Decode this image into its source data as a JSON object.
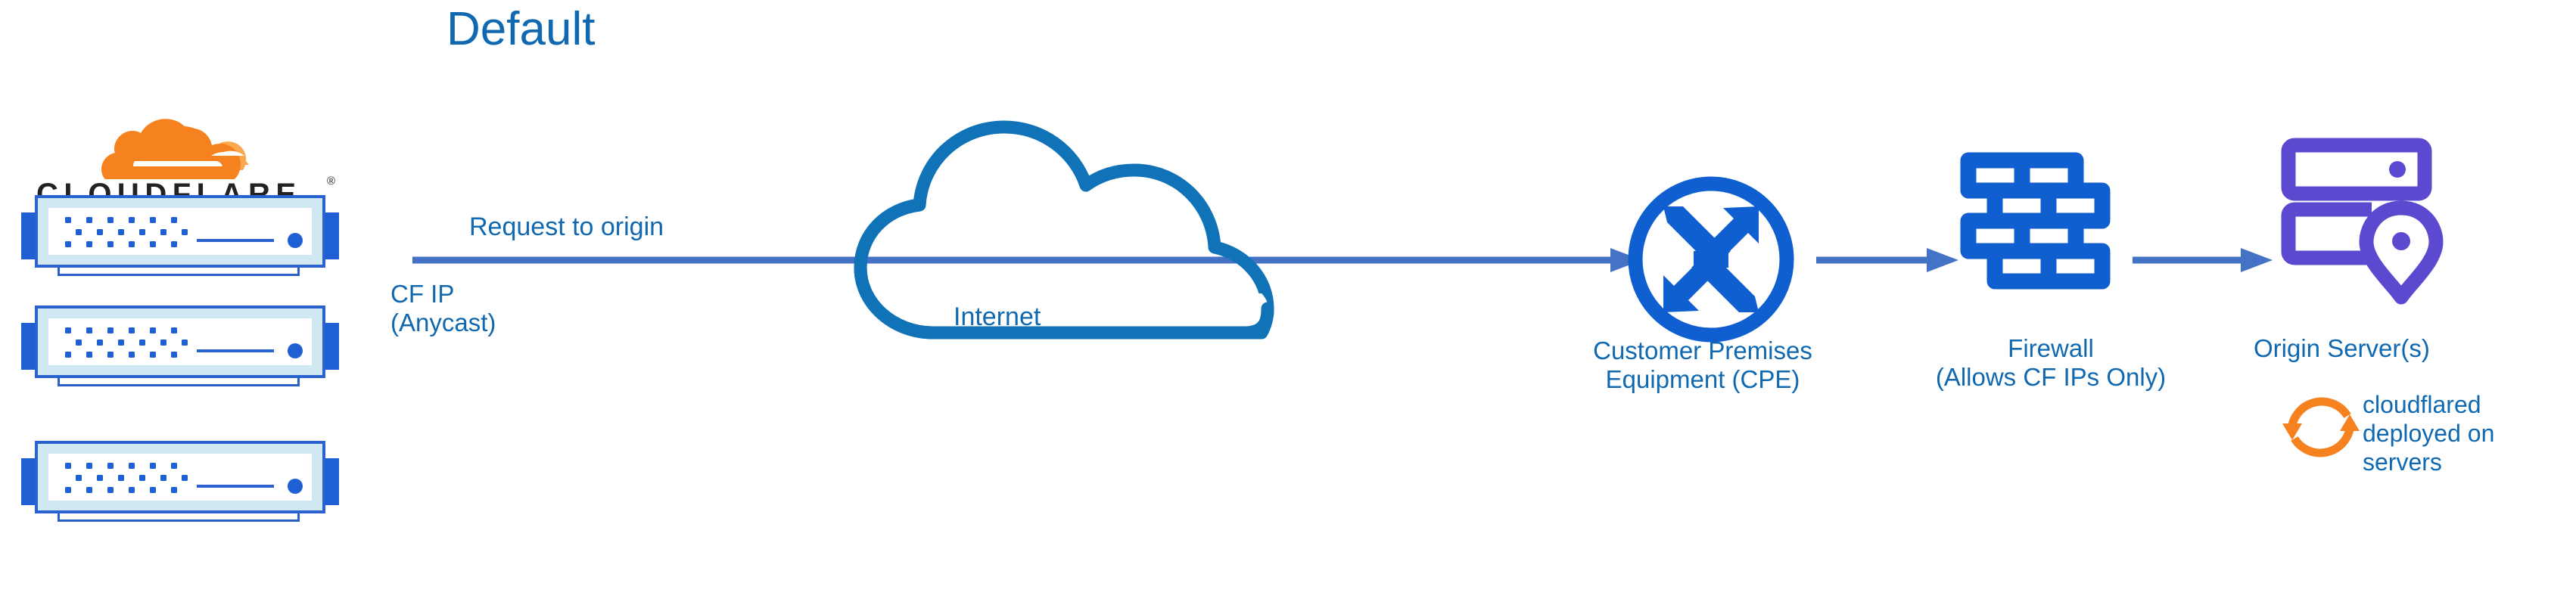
{
  "diagram": {
    "title": "Default",
    "type": "network-architecture-diagram",
    "colors": {
      "label_blue": "#1069B0",
      "icon_blue": "#0F5FD0",
      "arrow_blue": "#4472C4",
      "server_purple": "#5B4ACF",
      "cloudflare_orange": "#F6821F",
      "cloudflare_orange_light": "#F9A84D",
      "wordmark_black": "#222222",
      "server_body_cyan": "#CFE8F2"
    }
  },
  "cloudflare": {
    "wordmark": "CLOUDFLARE",
    "registered_mark": "®",
    "logo_icon": "cloudflare-cloud-logo",
    "servers_count": 3
  },
  "flow": {
    "request_label": "Request to origin",
    "cf_ip_label": "CF IP\n(Anycast)",
    "internet_label": "Internet",
    "cpe_label": "Customer Premises\nEquipment (CPE)",
    "firewall_label": "Firewall\n(Allows CF IPs Only)",
    "origin_label": "Origin Server(s)",
    "cloudflared_label": "cloudflared\ndeployed on\nservers"
  },
  "icons": {
    "internet": "cloud-outline-icon",
    "cpe": "router-four-arrows-circle-icon",
    "firewall": "brick-wall-icon",
    "origin": "server-stack-map-pin-icon",
    "cloudflared": "circular-sync-arrows-icon"
  }
}
